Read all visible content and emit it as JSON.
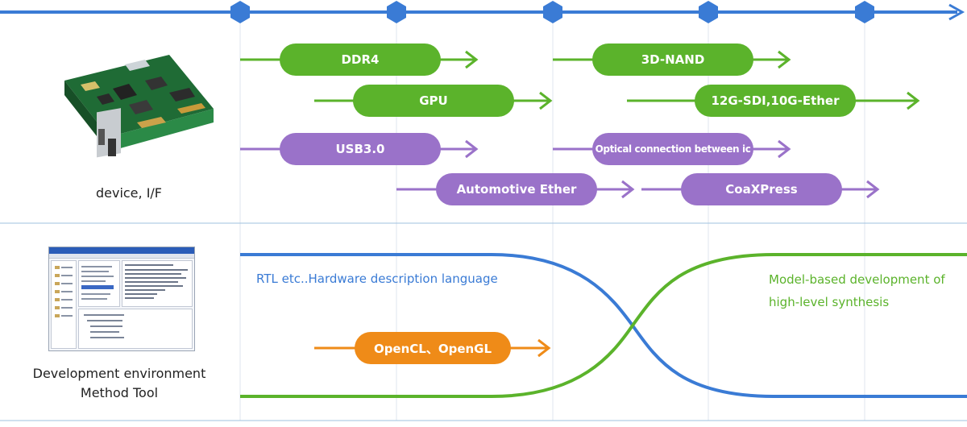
{
  "colors": {
    "timeline": "#3a7bd5",
    "green": "#5bb32b",
    "purple": "#9a72c9",
    "orange": "#ef8b18",
    "divider": "#9fc1df",
    "gridline": "#dfe6ef"
  },
  "sections": {
    "device": {
      "label": "device, I/F"
    },
    "dev_env": {
      "label_line1": "Development environment",
      "label_line2": "Method Tool"
    }
  },
  "device_pills": [
    {
      "text": "DDR4",
      "color": "green"
    },
    {
      "text": "3D-NAND",
      "color": "green"
    },
    {
      "text": "GPU",
      "color": "green"
    },
    {
      "text": "12G-SDI,10G-Ether",
      "color": "green"
    },
    {
      "text": "USB3.0",
      "color": "purple"
    },
    {
      "text": "Optical connection between ic",
      "color": "purple"
    },
    {
      "text": "Automotive Ether",
      "color": "purple"
    },
    {
      "text": "CoaXPress",
      "color": "purple"
    }
  ],
  "method": {
    "rtl_label": "RTL etc..Hardware description language",
    "model_label_line1": "Model-based development of",
    "model_label_line2": "high-level synthesis",
    "opencl": "OpenCL、OpenGL"
  }
}
